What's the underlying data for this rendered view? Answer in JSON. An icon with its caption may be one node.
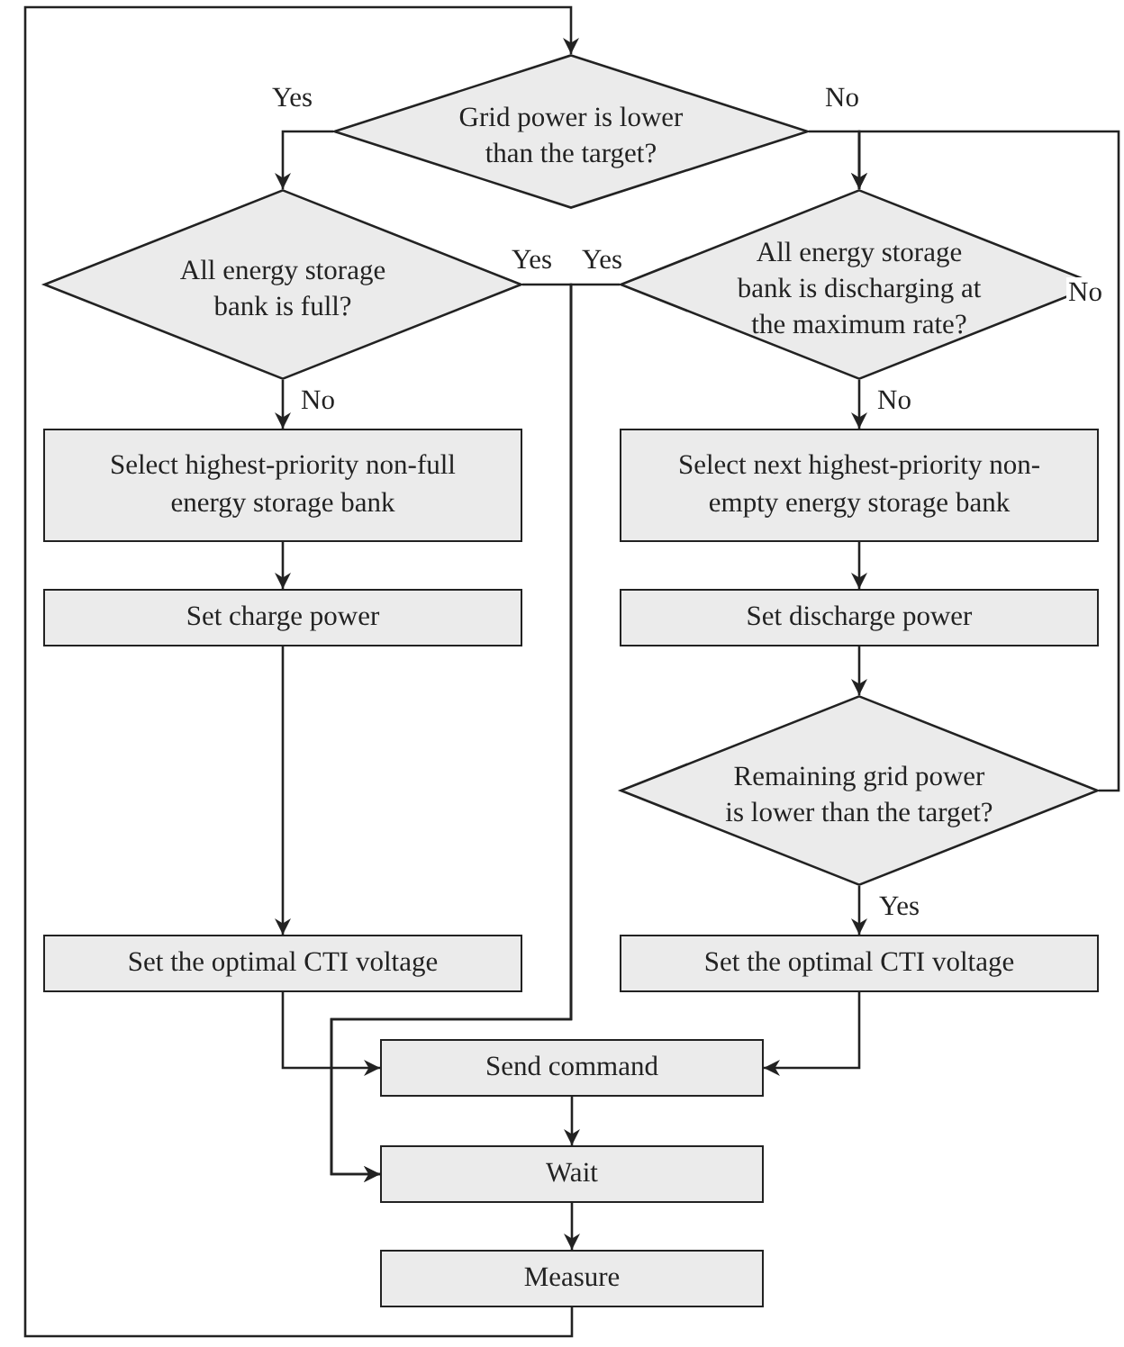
{
  "diagram": {
    "nodes": [
      {
        "text": [
          "Grid power is lower than the target?"
        ]
      },
      {
        "text": [
          "All energy storage bank is full?"
        ]
      },
      {
        "text": [
          "All energy storage bank is discharging at the maximum rate?"
        ]
      },
      {
        "text": [
          "Select highest-priority non-full energy storage bank"
        ]
      },
      {
        "text": [
          "Select next highest-priority non-empty energy storage bank"
        ]
      },
      {
        "text": [
          "Set charge power"
        ]
      },
      {
        "text": [
          "Set discharge power"
        ]
      },
      {
        "text": [
          "Remaining grid power is lower than the target?"
        ]
      },
      {
        "text": [
          "Set the optimal CTI voltage"
        ]
      },
      {
        "text": [
          "Set the optimal CTI voltage"
        ]
      },
      {
        "text": [
          "Send command"
        ]
      },
      {
        "text": [
          "Wait"
        ]
      },
      {
        "text": [
          "Measure"
        ]
      }
    ],
    "edges": [
      {
        "from": 12,
        "to": 0,
        "arrow": "to"
      },
      {
        "from": 0,
        "to": 1,
        "arrow": "to",
        "label": "Yes"
      },
      {
        "from": 0,
        "to": 2,
        "arrow": "to",
        "label": "No"
      },
      {
        "from": 1,
        "to": 3,
        "arrow": "to",
        "label": "No"
      },
      {
        "from": 1,
        "to": 11,
        "arrow": "to",
        "label": "Yes"
      },
      {
        "from": 2,
        "to": 11,
        "arrow": "to",
        "label": "Yes"
      },
      {
        "from": 2,
        "to": 4,
        "arrow": "to",
        "label": "No"
      },
      {
        "from": 3,
        "to": 5,
        "arrow": "to"
      },
      {
        "from": 4,
        "to": 6,
        "arrow": "to"
      },
      {
        "from": 6,
        "to": 7,
        "arrow": "to"
      },
      {
        "from": 7,
        "to": 2,
        "arrow": "to",
        "label": "No"
      },
      {
        "from": 7,
        "to": 9,
        "arrow": "to",
        "label": "Yes"
      },
      {
        "from": 5,
        "to": 8,
        "arrow": "to"
      },
      {
        "from": 8,
        "to": 10,
        "arrow": "to"
      },
      {
        "from": 9,
        "to": 10,
        "arrow": "to"
      },
      {
        "from": 10,
        "to": 11,
        "arrow": "to"
      },
      {
        "from": 11,
        "to": 12,
        "arrow": "to"
      }
    ]
  }
}
